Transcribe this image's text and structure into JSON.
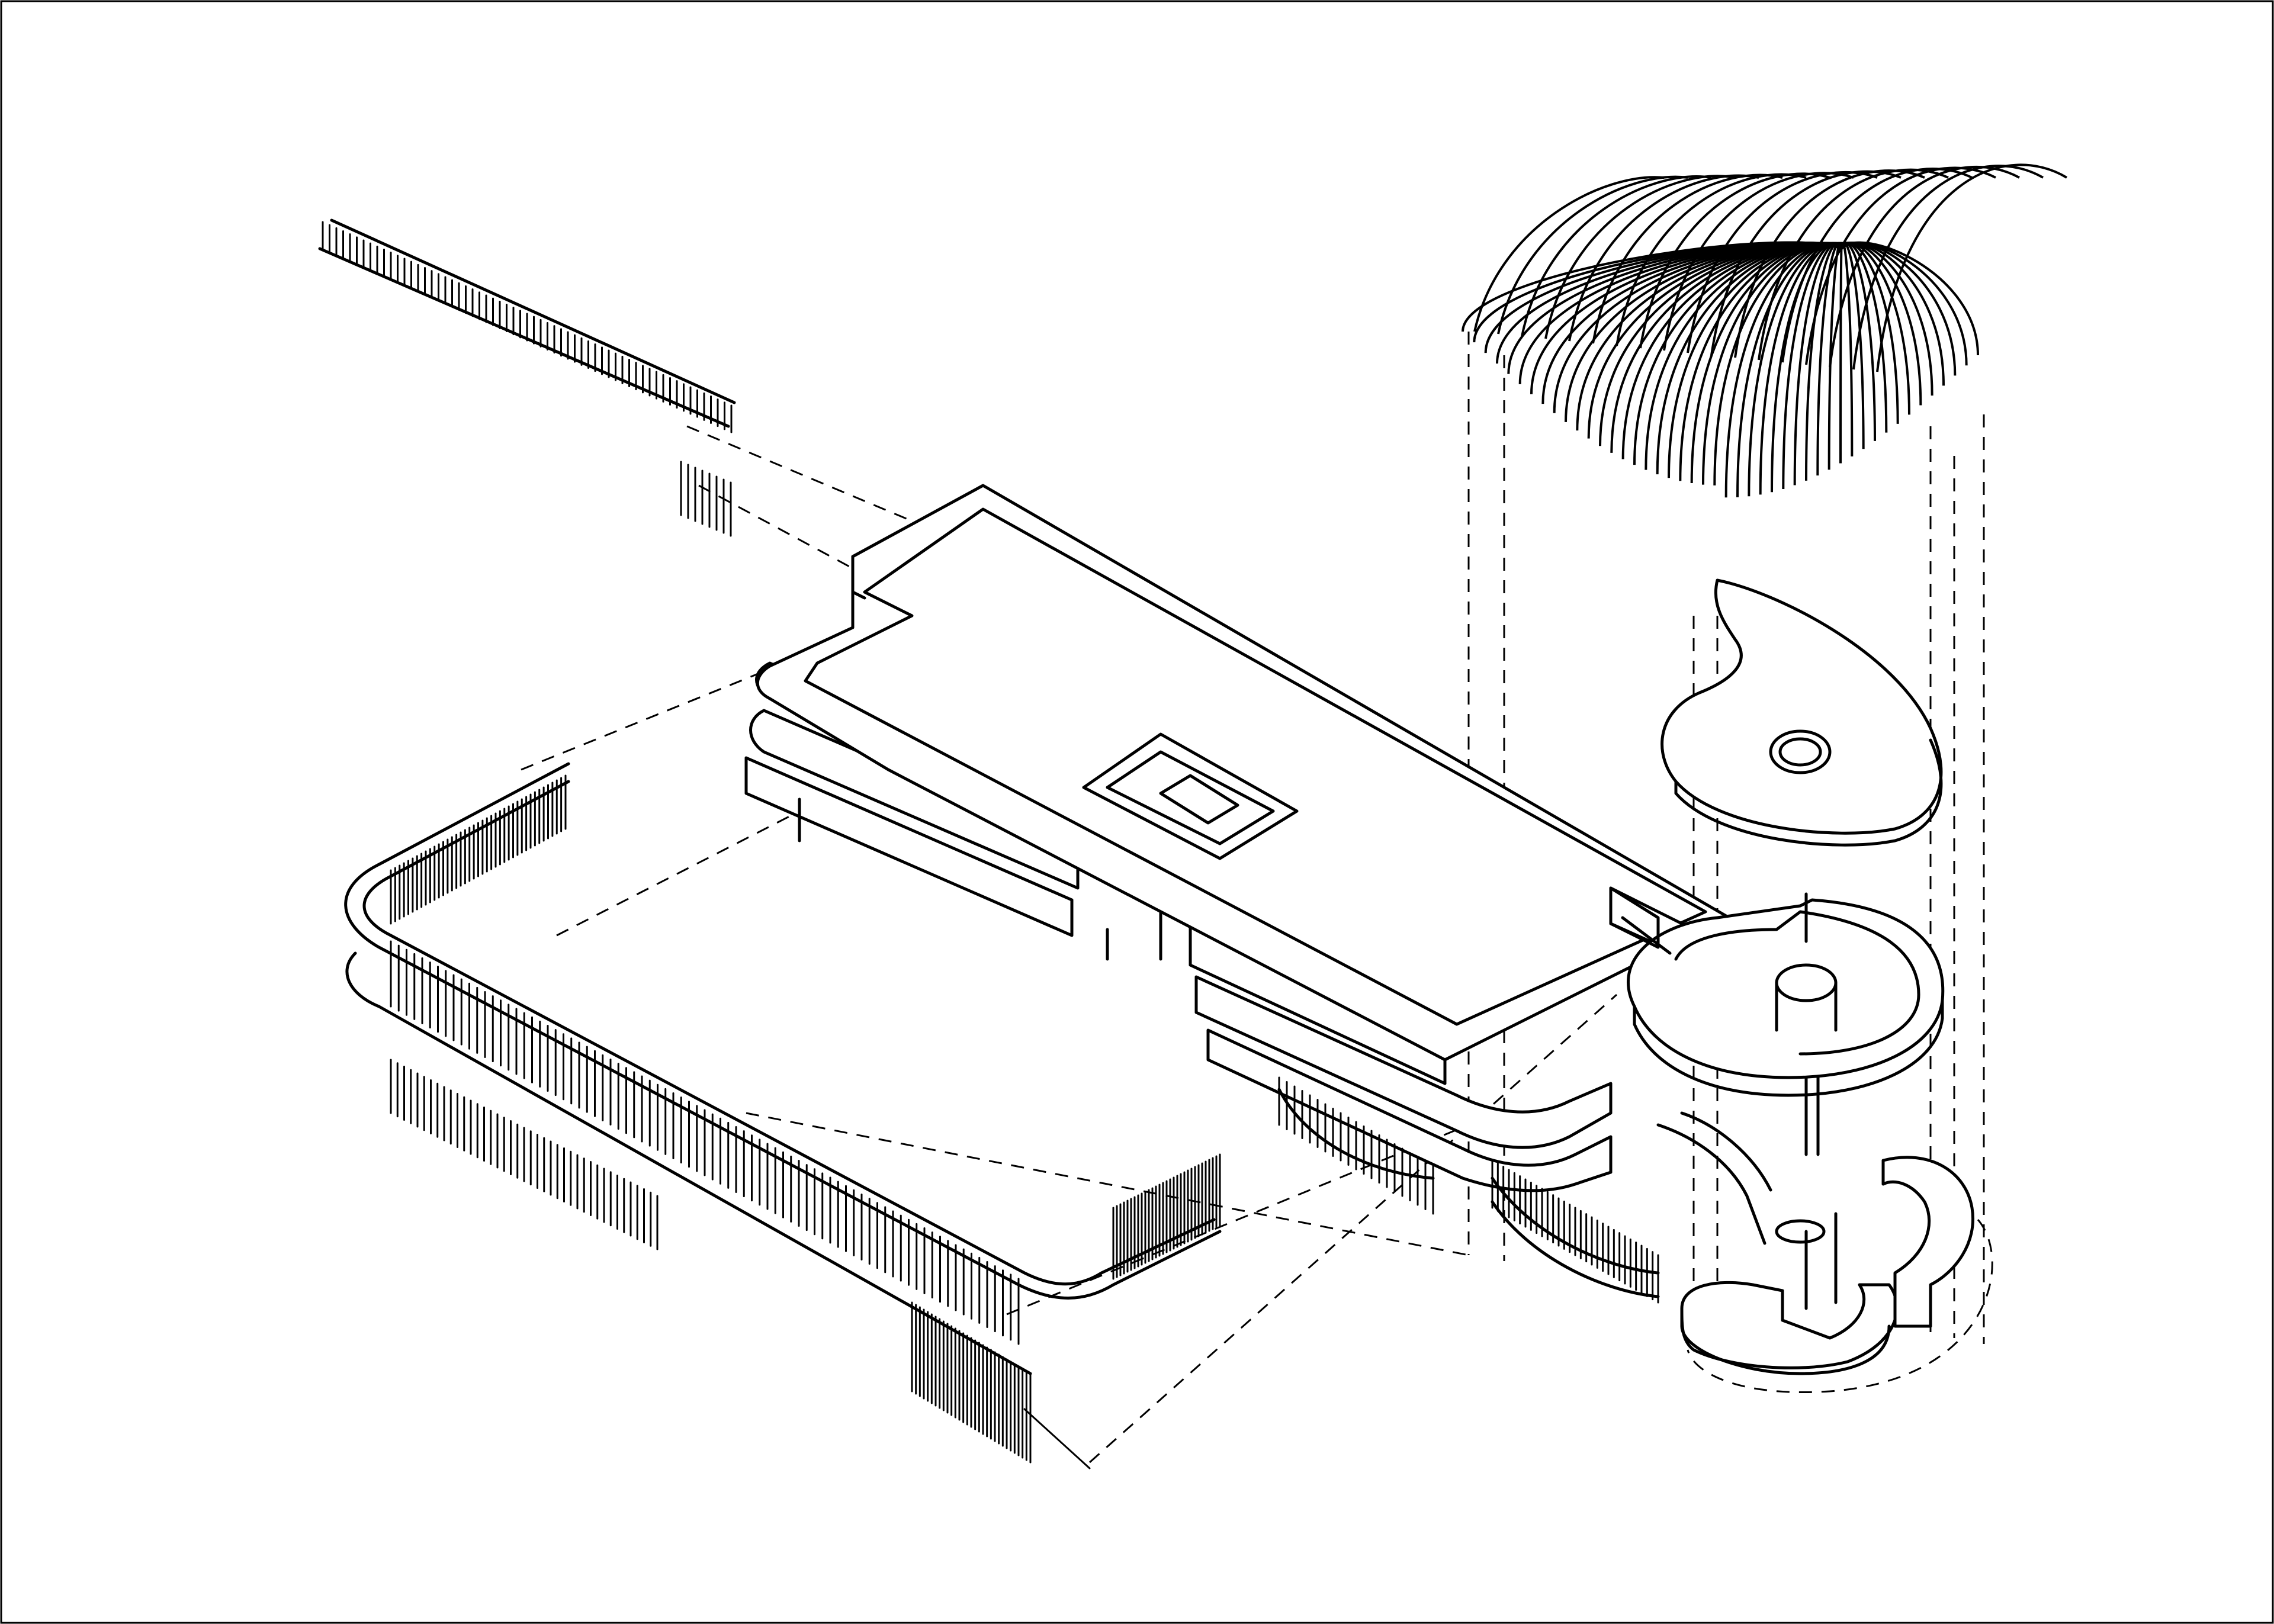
{
  "diagram": {
    "kind": "exploded axonometric line drawing",
    "colors": {
      "line": "#000000",
      "background": "#ffffff"
    },
    "components": [
      "comb-screen",
      "roof-slab",
      "courtyard-light-well",
      "stacked-floor-plates",
      "perimeter-colonnade",
      "dome-ribs",
      "teardrop-slab",
      "round-terrace",
      "spiral-base",
      "projection-guides"
    ]
  }
}
